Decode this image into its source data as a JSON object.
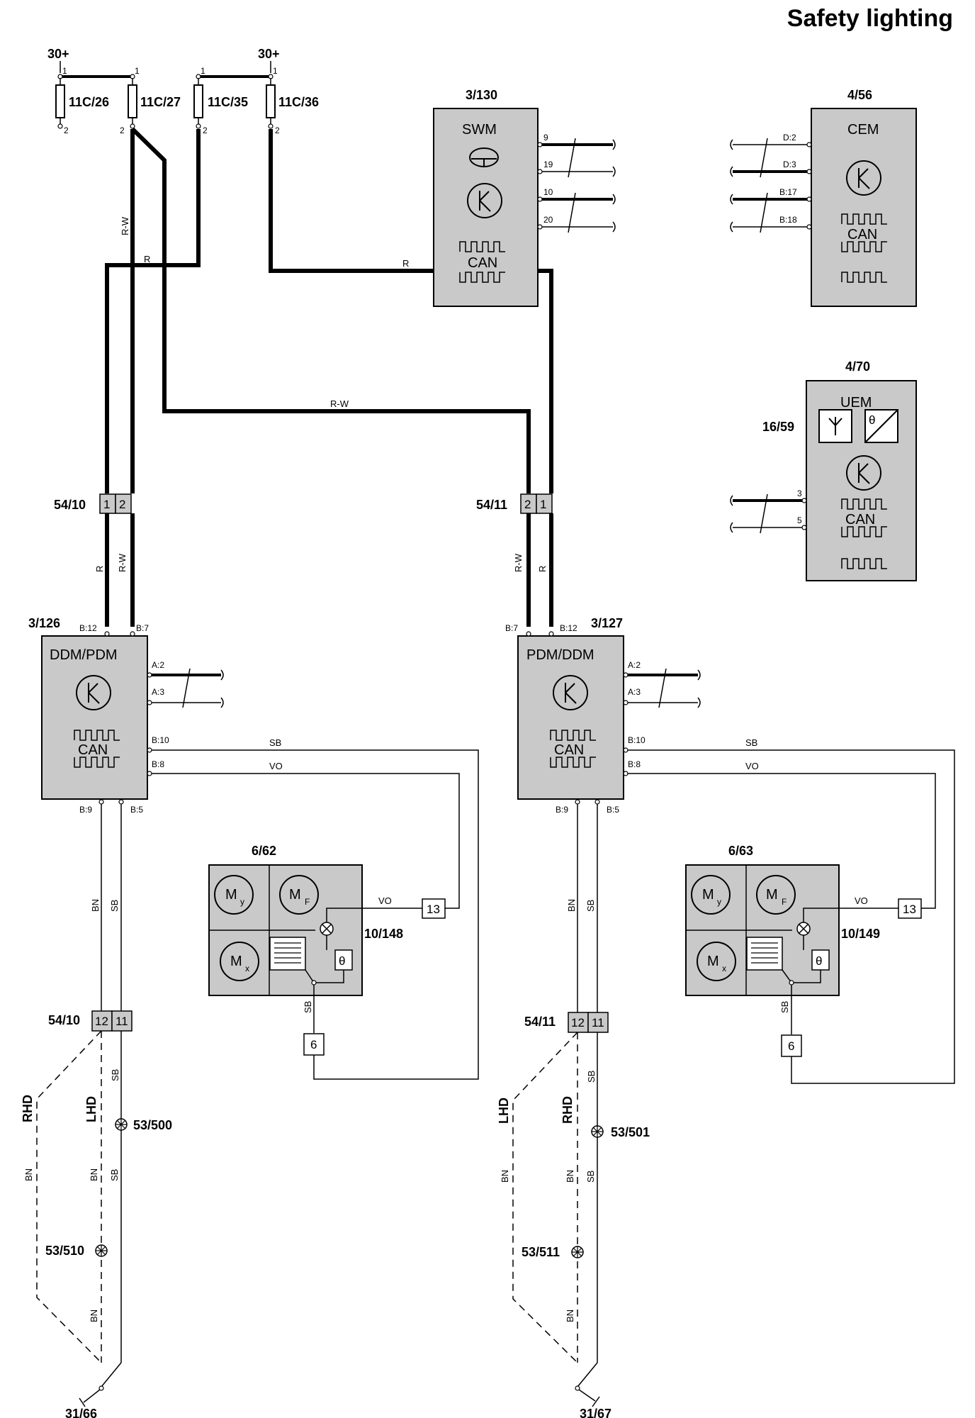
{
  "title": "Safety lighting",
  "supply": {
    "left": "30+",
    "right": "30+"
  },
  "fuses": [
    {
      "id": "11C/26",
      "pin1": "1",
      "pin2": "2"
    },
    {
      "id": "11C/27",
      "pin1": "1",
      "pin2": "2"
    },
    {
      "id": "11C/35",
      "pin1": "1",
      "pin2": "2"
    },
    {
      "id": "11C/36",
      "pin1": "1",
      "pin2": "2"
    }
  ],
  "modules": {
    "swm": {
      "ref": "3/130",
      "name": "SWM",
      "can": "CAN",
      "pins": [
        "9",
        "19",
        "10",
        "20"
      ]
    },
    "cem": {
      "ref": "4/56",
      "name": "CEM",
      "can": "CAN",
      "pins": [
        "D:2",
        "D:3",
        "B:17",
        "B:18"
      ]
    },
    "uem": {
      "ref": "4/70",
      "name": "UEM",
      "can": "CAN",
      "pins": [
        "3",
        "5"
      ],
      "antenna_ref": "16/59"
    },
    "ddm_left": {
      "ref": "3/126",
      "name": "DDM/PDM",
      "can": "CAN",
      "pins_top": [
        "B:12",
        "B:7"
      ],
      "pins_right": [
        "A:2",
        "A:3",
        "B:10",
        "B:8"
      ],
      "pins_bottom": [
        "B:9",
        "B:5"
      ]
    },
    "pdm_right": {
      "ref": "3/127",
      "name": "PDM/DDM",
      "can": "CAN",
      "pins_top": [
        "B:7",
        "B:12"
      ],
      "pins_right": [
        "A:2",
        "A:3",
        "B:10",
        "B:8"
      ],
      "pins_bottom": [
        "B:9",
        "B:5"
      ]
    }
  },
  "connectors": {
    "c54_10_top": {
      "ref": "54/10",
      "pins": [
        "1",
        "2"
      ]
    },
    "c54_11_top": {
      "ref": "54/11",
      "pins": [
        "2",
        "1"
      ]
    },
    "c54_10_bot": {
      "ref": "54/10",
      "pins": [
        "12",
        "11"
      ]
    },
    "c54_11_bot": {
      "ref": "54/11",
      "pins": [
        "12",
        "11"
      ]
    }
  },
  "mirrors": {
    "left": {
      "ref": "6/62",
      "motor_y": "M",
      "sub_y": "y",
      "motor_f": "M",
      "sub_f": "F",
      "motor_x": "M",
      "sub_x": "x",
      "theta": "θ",
      "lamp_ref": "10/148",
      "term_13": "13",
      "term_6": "6"
    },
    "right": {
      "ref": "6/63",
      "motor_y": "M",
      "sub_y": "y",
      "motor_f": "M",
      "sub_f": "F",
      "motor_x": "M",
      "sub_x": "x",
      "theta": "θ",
      "lamp_ref": "10/149",
      "term_13": "13",
      "term_6": "6"
    }
  },
  "lamps": {
    "l500": "53/500",
    "l501": "53/501",
    "l510": "53/510",
    "l511": "53/511"
  },
  "grounds": {
    "left": "31/66",
    "right": "31/67"
  },
  "wire_colors": {
    "rw": "R-W",
    "r": "R",
    "sb": "SB",
    "vo": "VO",
    "bn": "BN"
  },
  "variants": {
    "rhd": "RHD",
    "lhd": "LHD"
  }
}
